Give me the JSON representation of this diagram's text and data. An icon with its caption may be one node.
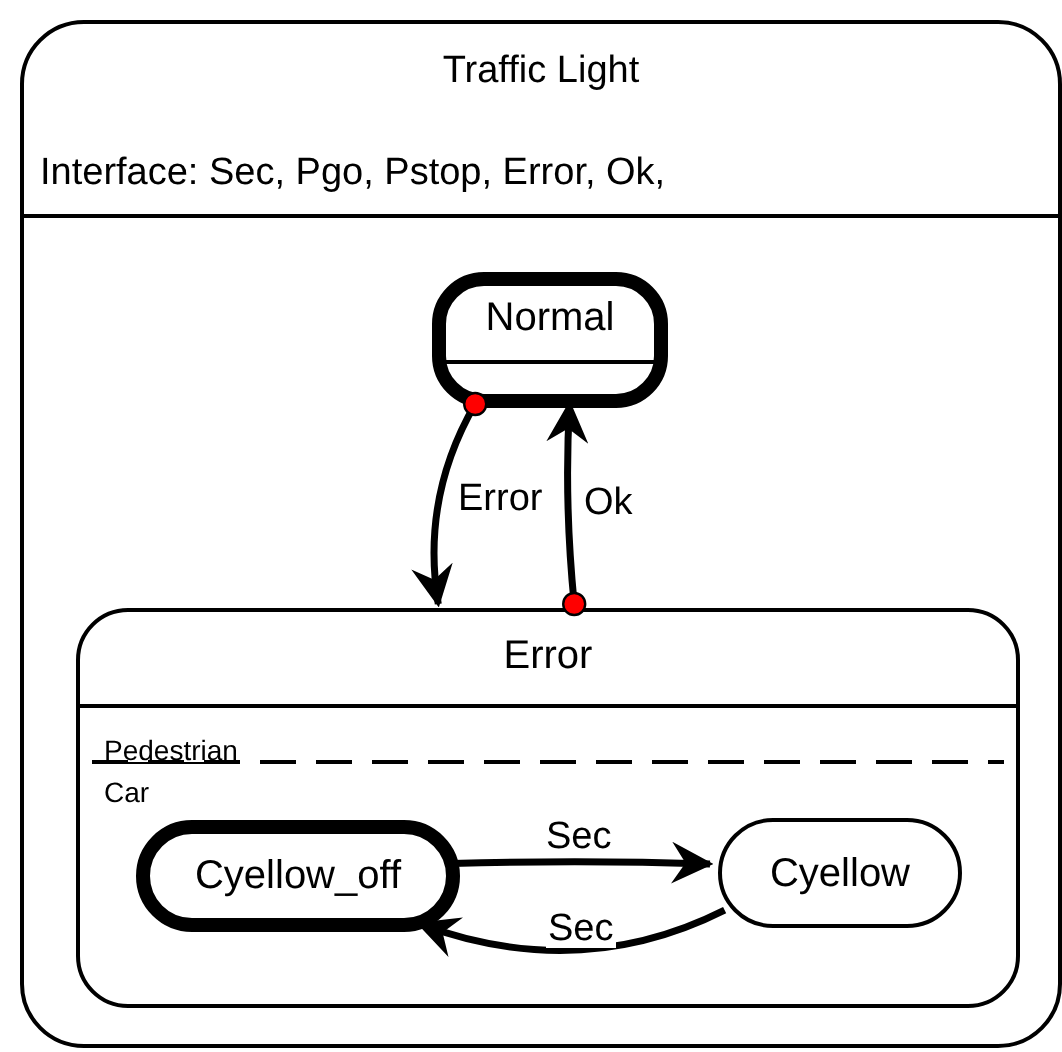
{
  "diagram": {
    "nodes": [
      {
        "text": [
          "Traffic Light",
          "Interface: Sec, Pgo, Pstop, Error, Ok,"
        ]
      },
      {
        "text": [
          "Normal"
        ],
        "in": 0
      },
      {
        "text": [
          "Error"
        ],
        "in": 0
      },
      {
        "text": [
          "Cyellow_off"
        ],
        "in": 2
      },
      {
        "text": [
          "Cyellow"
        ],
        "in": 2
      }
    ],
    "edges": [
      {
        "from": 1,
        "to": 2,
        "arrow": "to",
        "label": "Error"
      },
      {
        "from": 2,
        "to": 1,
        "arrow": "to",
        "label": "Ok"
      },
      {
        "from": 3,
        "to": 4,
        "arrow": "to",
        "label": "Sec"
      },
      {
        "from": 4,
        "to": 3,
        "arrow": "to",
        "label": "Sec"
      }
    ],
    "labels": [
      "Pedestrian",
      "Car"
    ]
  }
}
